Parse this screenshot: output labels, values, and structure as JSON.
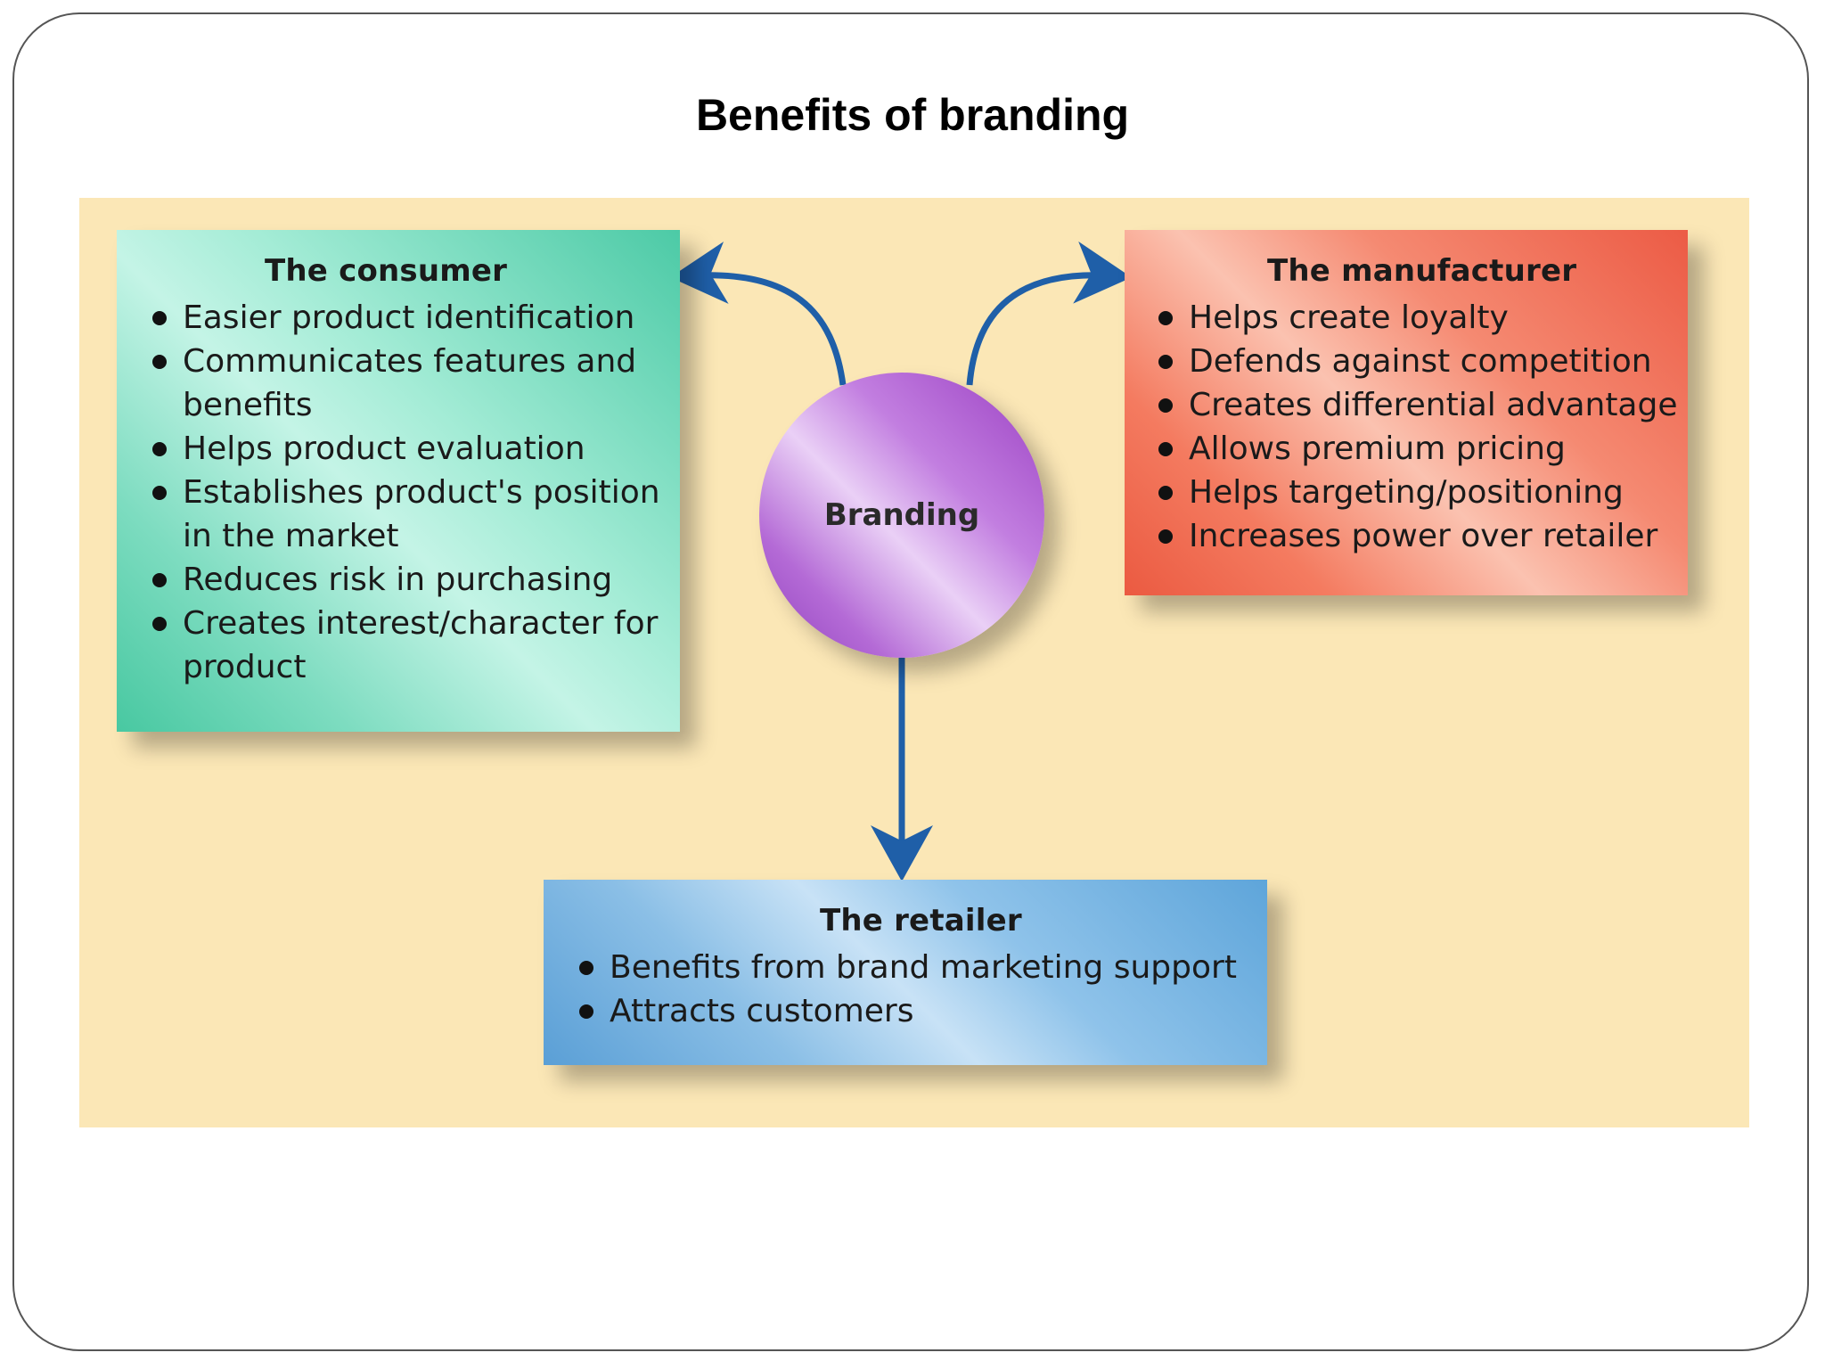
{
  "title": "Benefits of branding",
  "hub": {
    "label": "Branding"
  },
  "consumer": {
    "title": "The consumer",
    "items": [
      "Easier product identification",
      "Communicates features and benefits",
      "Helps product evaluation",
      "Establishes product's position in the market",
      "Reduces risk in purchasing",
      "Creates interest/character for product"
    ]
  },
  "manufacturer": {
    "title": "The manufacturer",
    "items": [
      "Helps create loyalty",
      "Defends against competition",
      "Creates differential advantage",
      "Allows premium pricing",
      "Helps targeting/positioning",
      "Increases power over retailer"
    ]
  },
  "retailer": {
    "title": "The retailer",
    "items": [
      "Benefits from brand marketing support",
      "Attracts customers"
    ]
  },
  "colors": {
    "panel": "#fbe7b6",
    "arrow": "#1f5fa8",
    "consumer": "#4ccaa6",
    "manufacturer": "#ec5b45",
    "retailer": "#5ea5da",
    "hub": "#9a3fc2"
  }
}
